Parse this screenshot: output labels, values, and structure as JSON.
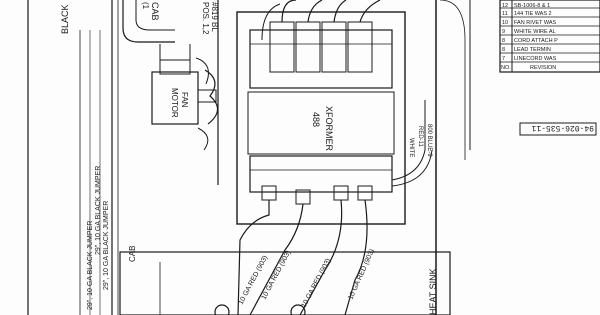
{
  "diagram": {
    "wire_label_black": "BLACK",
    "cable_label": "CAB",
    "cable_label_sub": "(1",
    "terminal_ref": "#819 BL",
    "terminal_pos": "POS. 1,2",
    "fan_label_1": "FAN",
    "fan_label_2": "MOTOR",
    "transformer_label_1": "XFORMER",
    "transformer_label_2": "488",
    "white_label": "WHITE",
    "red_label": "RED-11",
    "blue_label": "800 BLUE-9",
    "jumper_1": "29\", 10 GA BLACK JUMPER",
    "jumper_2": "29\", 10 GA BLACK JUMPER",
    "jumper_3": "29\", 10 GA BLACK JUMPER",
    "red_wire_1": "10 GA RED (903)",
    "red_wire_2": "10 GA RED (903)",
    "red_wire_3": "10 GA RED (903)",
    "red_wire_4": "10 GA RED (903)",
    "heat_sink": "HEAT SINK",
    "cap_label": "CAB",
    "part_number": "94-026-535-11"
  },
  "revision_table": {
    "rows": [
      {
        "num": "12",
        "text": "SB-1006-8 & 1"
      },
      {
        "num": "11",
        "text": "144 TIE WAS 2"
      },
      {
        "num": "10",
        "text": "FAN RIVET WAS"
      },
      {
        "num": "9",
        "text": "WHITE WIRE AL"
      },
      {
        "num": "8",
        "text": "CORD ATTACH P"
      },
      {
        "num": "8",
        "text": "LEAD TERMIN"
      },
      {
        "num": "7",
        "text": "LINECORD WAS"
      }
    ],
    "footer_num": "NO.",
    "footer_text": "REVISION"
  }
}
